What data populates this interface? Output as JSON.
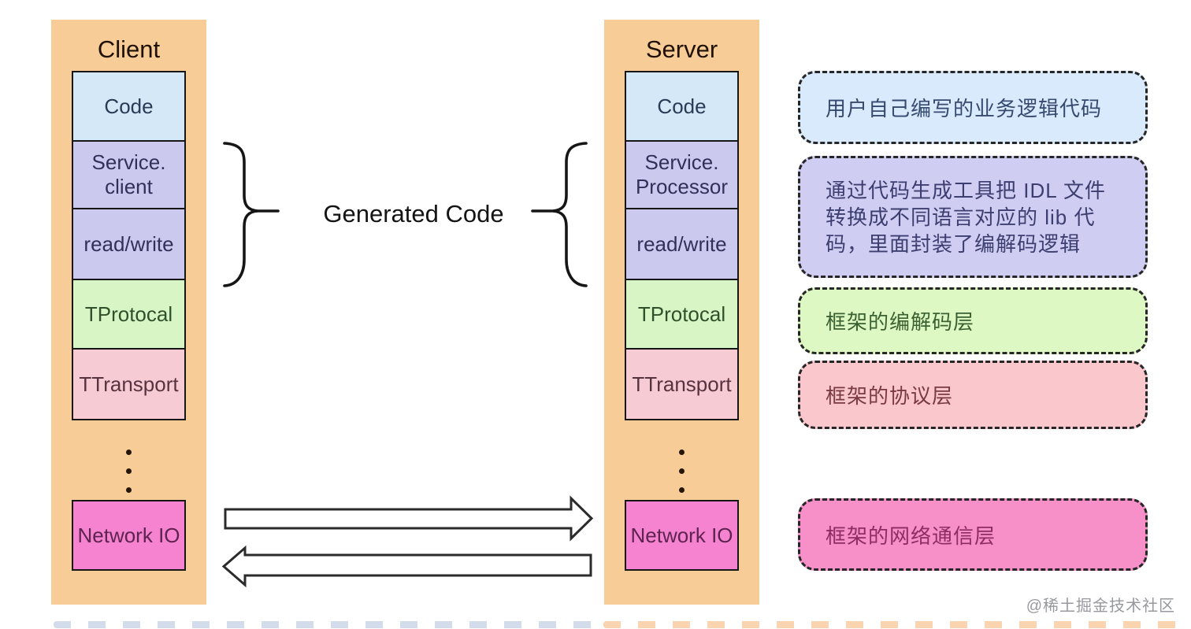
{
  "client": {
    "title": "Client",
    "layers": [
      {
        "label": "Code"
      },
      {
        "line1": "Service.",
        "line2": "client"
      },
      {
        "label": "read/write"
      },
      {
        "label": "TProtocal"
      },
      {
        "label": "TTransport"
      }
    ],
    "network_io": "Network IO"
  },
  "server": {
    "title": "Server",
    "layers": [
      {
        "label": "Code"
      },
      {
        "line1": "Service.",
        "line2": "Processor"
      },
      {
        "label": "read/write"
      },
      {
        "label": "TProtocal"
      },
      {
        "label": "TTransport"
      }
    ],
    "network_io": "Network IO"
  },
  "center": {
    "generated_code_label": "Generated Code"
  },
  "annotations": [
    {
      "id": "code-note",
      "text": "用户自己编写的业务逻辑代码"
    },
    {
      "id": "generated-note",
      "lines": [
        "通过代码生成工具把 IDL 文件",
        "转换成不同语言对应的 lib 代",
        "码，里面封装了编解码逻辑"
      ]
    },
    {
      "id": "codec-note",
      "text": "框架的编解码层"
    },
    {
      "id": "protocol-note",
      "text": "框架的协议层"
    },
    {
      "id": "network-note",
      "text": "框架的网络通信层"
    }
  ],
  "watermark": "@稀土掘金技术社区",
  "colors": {
    "column_bg": "#f8cc96",
    "code_layer": "#d5e8f7",
    "generated_layer": "#cbcaee",
    "protocol_layer": "#d8f6c5",
    "transport_layer": "#f6cbd4",
    "network_layer": "#f583cf",
    "note_code": "#d8eafb",
    "note_generated": "#cfcdf2",
    "note_codec": "#def8c4",
    "note_protocol": "#f9c7cc",
    "note_network": "#f790c8",
    "outline": "#161616"
  }
}
